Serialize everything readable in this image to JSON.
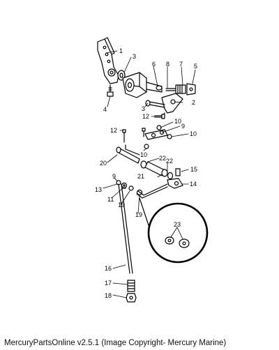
{
  "callouts": [
    {
      "id": "c1",
      "text": "1"
    },
    {
      "id": "c2",
      "text": "2"
    },
    {
      "id": "c3a",
      "text": "3"
    },
    {
      "id": "c3b",
      "text": "3"
    },
    {
      "id": "c4",
      "text": "4"
    },
    {
      "id": "c5",
      "text": "5"
    },
    {
      "id": "c6",
      "text": "6"
    },
    {
      "id": "c7",
      "text": "7"
    },
    {
      "id": "c8",
      "text": "8"
    },
    {
      "id": "c9",
      "text": "9"
    },
    {
      "id": "c9b",
      "text": "9"
    },
    {
      "id": "c10a",
      "text": "10"
    },
    {
      "id": "c10b",
      "text": "10"
    },
    {
      "id": "c10c",
      "text": "10"
    },
    {
      "id": "c11",
      "text": "11"
    },
    {
      "id": "c12a",
      "text": "12"
    },
    {
      "id": "c12b",
      "text": "12"
    },
    {
      "id": "c13",
      "text": "13"
    },
    {
      "id": "c14",
      "text": "14"
    },
    {
      "id": "c15",
      "text": "15"
    },
    {
      "id": "c16",
      "text": "16"
    },
    {
      "id": "c17",
      "text": "17"
    },
    {
      "id": "c18",
      "text": "18"
    },
    {
      "id": "c19a",
      "text": "19"
    },
    {
      "id": "c19b",
      "text": "19"
    },
    {
      "id": "c20",
      "text": "20"
    },
    {
      "id": "c21",
      "text": "21"
    },
    {
      "id": "c22a",
      "text": "22"
    },
    {
      "id": "c22b",
      "text": "22"
    },
    {
      "id": "c23",
      "text": "23"
    }
  ],
  "footer": "MercuryPartsOnline v2.5.1 (Image Copyright- Mercury Marine)"
}
